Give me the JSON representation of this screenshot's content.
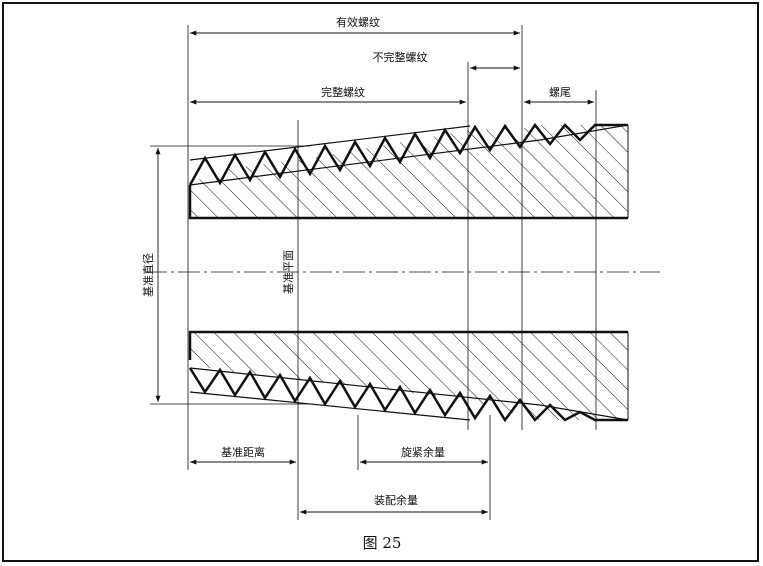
{
  "labels": {
    "effective_thread": "有效螺纹",
    "incomplete_thread": "不完整螺纹",
    "complete_thread": "完整螺纹",
    "thread_runout": "螺尾",
    "reference_diameter": "基准直径",
    "reference_plane": "基准平面",
    "reference_distance": "基准距离",
    "tightening_allowance": "旋紧余量",
    "assembly_allowance": "装配余量"
  },
  "caption": "图 25"
}
